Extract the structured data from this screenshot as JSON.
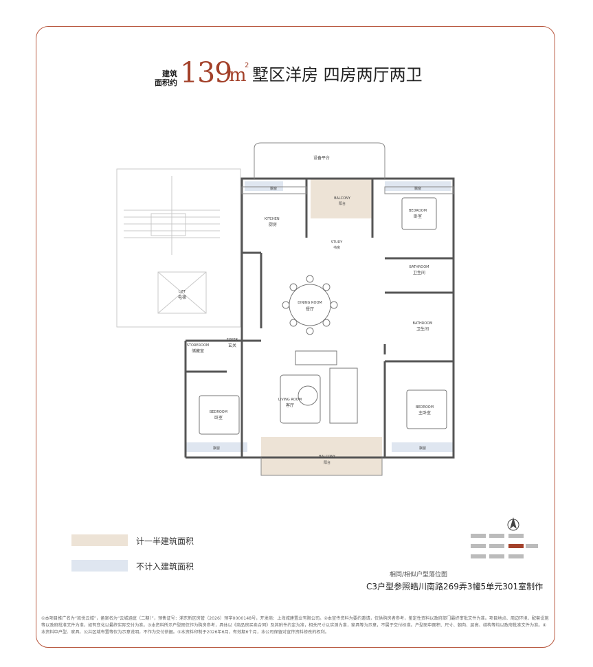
{
  "header": {
    "area_label_1": "建筑",
    "area_label_2": "面积约",
    "area_value": "139",
    "area_unit": "m",
    "area_unit_sup": "2",
    "title": "墅区洋房 四房两厅两卫"
  },
  "plan": {
    "equipment_platform": "设备平台",
    "bay_window": "飘窗",
    "kitchen": {
      "en": "KITCHEN",
      "cn": "厨房"
    },
    "balcony_top": {
      "en": "BALCONY",
      "cn": "阳台"
    },
    "study": {
      "en": "STUDY",
      "cn": "书房"
    },
    "bedroom_ne": {
      "en": "BEDROOM",
      "cn": "卧室"
    },
    "bathroom_1": {
      "en": "BATHROOM",
      "cn": "卫生间"
    },
    "bathroom_2": {
      "en": "BATHROOM",
      "cn": "卫生间"
    },
    "lift": {
      "en": "LIFT",
      "cn": "电梯"
    },
    "dining": {
      "en": "DINING ROOM",
      "cn": "餐厅"
    },
    "storeroom": {
      "en": "STOREROOM",
      "cn": "储藏室"
    },
    "foyer": {
      "en": "FOYER",
      "cn": "玄关"
    },
    "living": {
      "en": "LIVING ROOM",
      "cn": "客厅"
    },
    "bedroom_sw": {
      "en": "BEDROOM",
      "cn": "卧室"
    },
    "master": {
      "en": "BEDROOM",
      "cn": "主卧室"
    },
    "balcony_bottom": {
      "en": "BALCONY",
      "cn": "阳台"
    }
  },
  "legend": {
    "half_area": {
      "label": "计一半建筑面积",
      "color": "#ede3d6"
    },
    "no_area": {
      "label": "不计入建筑面积",
      "color": "#dfe6f0"
    }
  },
  "site_note": "相同/相似户型落位图",
  "caption": "C3户型参照皓川南路269弄3幢5单元301室制作",
  "disclaimer": "①本项目推广名为“凯悦云城”，备案名为“云城涵庭（二期）”，预售证号：浦东新区房管（2026）预字0000148号，开发商：上海城建置业有限公司。②本宣传资料为要约邀请，仅供购房者参考，鉴定性资料以政府部门最终审批文件为准。项目地点、周边环境、配套设施等以政府批准文件为准，如有变化以最终实际交付为准。③本资料所示户型图仅作为购房参考，具体以《商品房买卖合同》及其附件约定为准，相关尺寸以实测为准，家具等为示意，不属于交付标准。户型图中面积、尺寸、朝向、层高、结构等均以政府批准文件为准。④本资料中户型、家具、公共区域布置等仅为示意说明，不作为交付依据。⑤本资料印制于2026年6月，有效期6个月，本公司保留对宣传资料修改的权利。",
  "colors": {
    "frame": "#b8583f",
    "accent": "#a3412a"
  }
}
